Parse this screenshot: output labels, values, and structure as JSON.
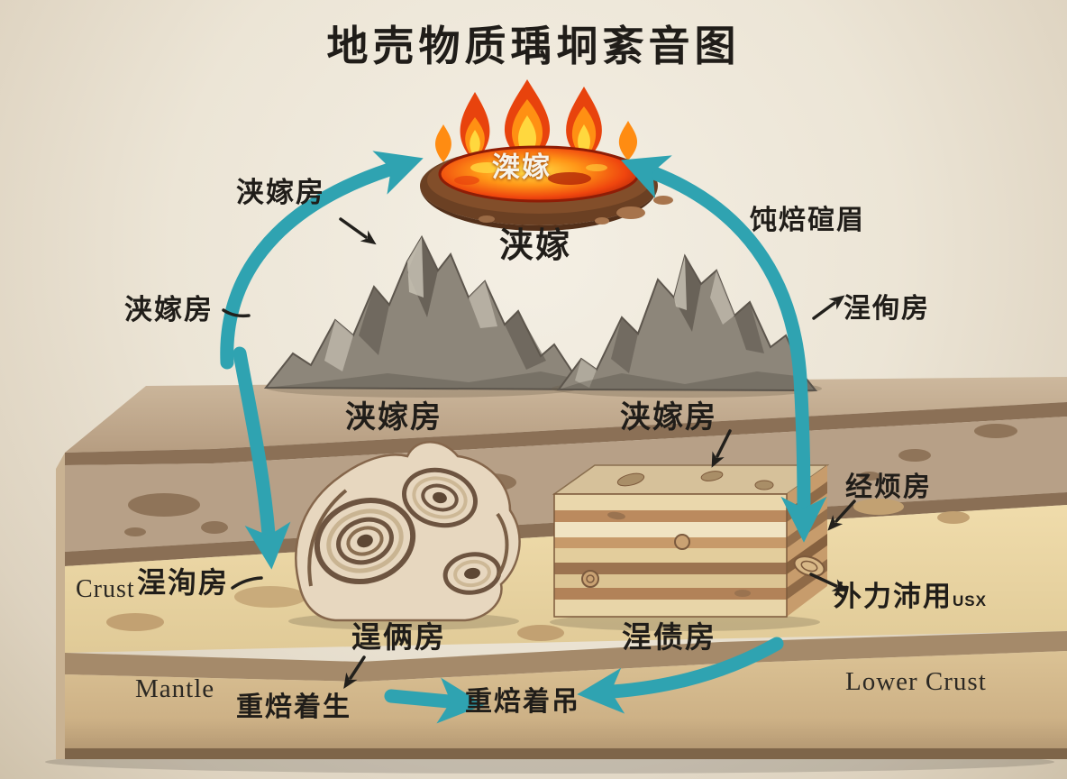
{
  "title": "地売物质瑀坰紊音图",
  "magma": {
    "pool_text": "滐嫁",
    "label": "浃嫁"
  },
  "labels": {
    "chamber_upper": "浃嫁房",
    "chamber_lower": "浃嫁房",
    "igneous_rock_left": "浃嫁房",
    "igneous_rock_right": "浃嫁房",
    "remelt_upper_right": "饨焙碹眉",
    "weathering_right": "浧侚房",
    "burial_right": "经烦房",
    "external_force": "外力沛用",
    "external_force_suffix": "USX",
    "weathering_left": "浧洵房",
    "metamorphic_rock": "逞俩房",
    "sedimentary_rock": "浧债房",
    "remelt_bottom_left": "重焙着生",
    "remelt_bottom_center": "重焙着吊"
  },
  "geology": {
    "crust": "Crust",
    "mantle": "Mantle",
    "lower_crust": "Lower Crust"
  },
  "colors": {
    "arrow_teal": "#2fa3b1",
    "lava_core": "#ffd83e",
    "lava_mid": "#ff8c12",
    "lava_edge": "#c22607",
    "bowl_rim": "#6b4023",
    "background": "#ece5d6",
    "sand_layer": "#ecd8a7",
    "upper_soil": "#b7a087",
    "text": "#201d19"
  }
}
